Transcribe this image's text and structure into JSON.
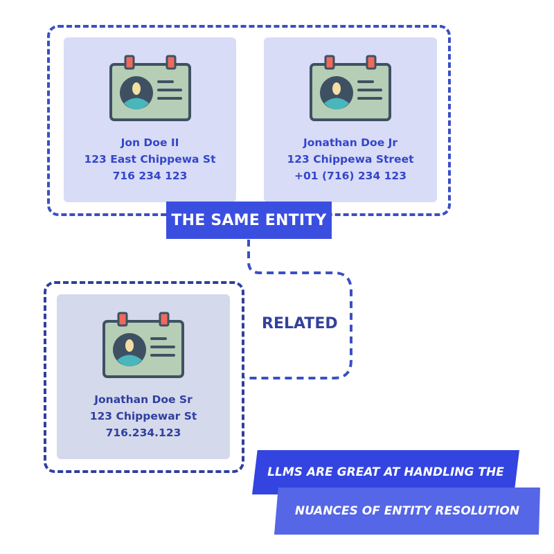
{
  "labels": {
    "same_entity": "THE SAME ENTITY",
    "related": "RELATED"
  },
  "cards": [
    {
      "icon": "id-badge-icon",
      "name": "Jon Doe II",
      "address": "123 East Chippewa St",
      "phone": "716 234 123"
    },
    {
      "icon": "id-badge-icon",
      "name": "Jonathan Doe Jr",
      "address": "123 Chippewa Street",
      "phone": "+01 (716) 234 123"
    },
    {
      "icon": "id-badge-icon",
      "name": "Jonathan Doe Sr",
      "address": "123 Chippewar St",
      "phone": "716.234.123"
    }
  ],
  "banner": {
    "line1": "LLMS ARE GREAT AT HANDLING THE",
    "line2": "NUANCES OF ENTITY RESOLUTION"
  },
  "colors": {
    "dash_blue": "#3a4fc4",
    "label_blue": "#3a4fe0",
    "card_bg": "#d8dcf6",
    "badge_body": "#b5ceb5",
    "badge_clip": "#ee6b5b",
    "avatar_dark": "#3e5163",
    "avatar_teal": "#49b6bb"
  }
}
